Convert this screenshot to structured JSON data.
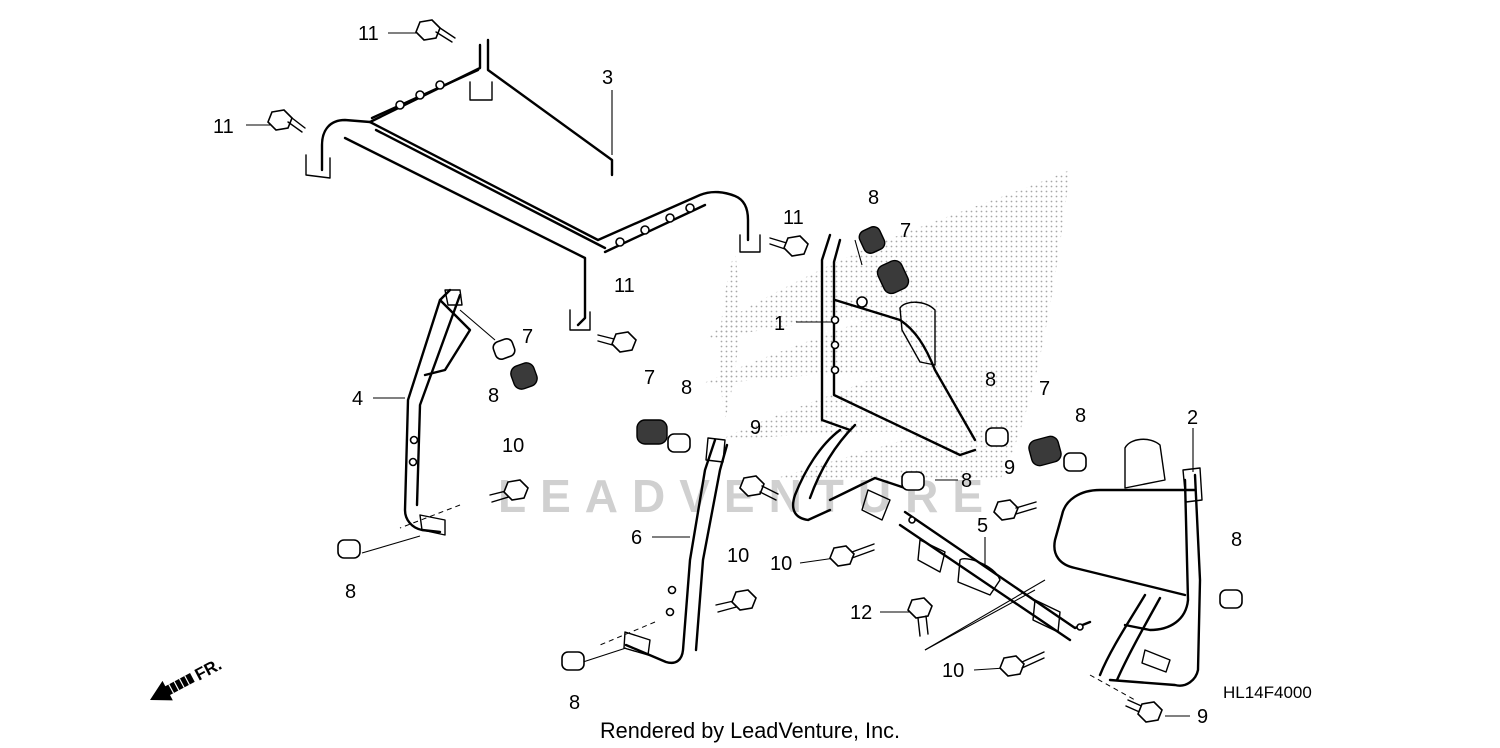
{
  "diagram": {
    "code": "HL14F4000",
    "footer": "Rendered by LeadVenture, Inc.",
    "watermark": "LEADVENTURE",
    "direction_label": "FR.",
    "callouts": [
      {
        "part": "1",
        "label": "1"
      },
      {
        "part": "2",
        "label": "2"
      },
      {
        "part": "3",
        "label": "3"
      },
      {
        "part": "4",
        "label": "4"
      },
      {
        "part": "5",
        "label": "5"
      },
      {
        "part": "6",
        "label": "6"
      },
      {
        "part": "7",
        "label": "7"
      },
      {
        "part": "7",
        "label": "7"
      },
      {
        "part": "7",
        "label": "7"
      },
      {
        "part": "7",
        "label": "7"
      },
      {
        "part": "8",
        "label": "8"
      },
      {
        "part": "8",
        "label": "8"
      },
      {
        "part": "8",
        "label": "8"
      },
      {
        "part": "8",
        "label": "8"
      },
      {
        "part": "8",
        "label": "8"
      },
      {
        "part": "8",
        "label": "8"
      },
      {
        "part": "8",
        "label": "8"
      },
      {
        "part": "8",
        "label": "8"
      },
      {
        "part": "8",
        "label": "8"
      },
      {
        "part": "9",
        "label": "9"
      },
      {
        "part": "9",
        "label": "9"
      },
      {
        "part": "9",
        "label": "9"
      },
      {
        "part": "10",
        "label": "10"
      },
      {
        "part": "10",
        "label": "10"
      },
      {
        "part": "10",
        "label": "10"
      },
      {
        "part": "10",
        "label": "10"
      },
      {
        "part": "11",
        "label": "11"
      },
      {
        "part": "11",
        "label": "11"
      },
      {
        "part": "11",
        "label": "11"
      },
      {
        "part": "11",
        "label": "11"
      },
      {
        "part": "12",
        "label": "12"
      }
    ]
  }
}
